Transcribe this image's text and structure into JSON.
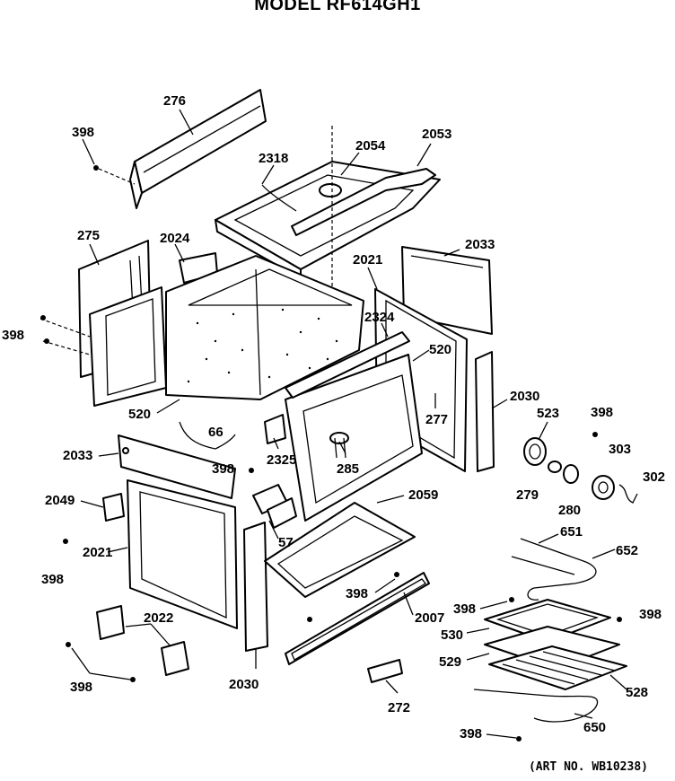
{
  "header": {
    "model_title": "MODEL RF614GH1"
  },
  "footer": {
    "art_number": "(ART NO. WB10238)"
  },
  "callouts": {
    "c276": "276",
    "c398a": "398",
    "c2318": "2318",
    "c2054": "2054",
    "c2053": "2053",
    "c275": "275",
    "c2024": "2024",
    "c2021a": "2021",
    "c2033a": "2033",
    "c398b": "398",
    "c2324": "2324",
    "c520a": "520",
    "c520b": "520",
    "c66": "66",
    "c277": "277",
    "c2030a": "2030",
    "c523": "523",
    "c398c": "398",
    "c303": "303",
    "c302": "302",
    "c279": "279",
    "c280": "280",
    "c2033b": "2033",
    "c398d": "398",
    "c2325": "2325",
    "c285": "285",
    "c2049": "2049",
    "c2059": "2059",
    "c57": "57",
    "c398e": "398",
    "c2021b": "2021",
    "c651": "651",
    "c652": "652",
    "c398f": "398",
    "c2007": "2007",
    "c398g": "398",
    "c398h": "398",
    "c2022": "2022",
    "c530": "530",
    "c529": "529",
    "c528": "528",
    "c398i": "398",
    "c2030b": "2030",
    "c272": "272",
    "c650": "650",
    "c398j": "398"
  }
}
